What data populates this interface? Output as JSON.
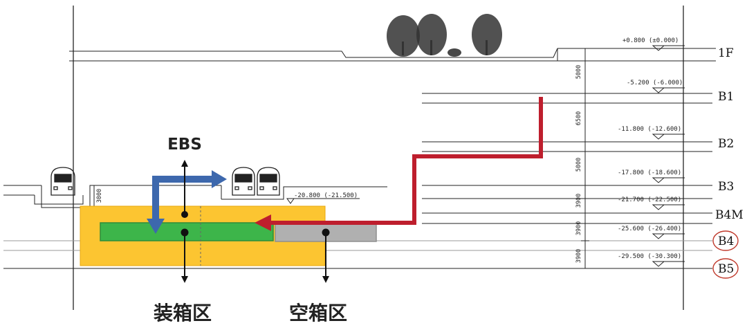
{
  "levels": [
    {
      "name": "1F",
      "elevation": "+0.800 (±0.000)",
      "circled": false
    },
    {
      "name": "B1",
      "elevation": "-5.200 (-6.000)",
      "circled": false
    },
    {
      "name": "B2",
      "elevation": "-11.800 (-12.600)",
      "circled": false
    },
    {
      "name": "B3",
      "elevation": "-17.800 (-18.600)",
      "circled": false
    },
    {
      "name": "B4M",
      "elevation": "-21.700 (-22.500)",
      "circled": false
    },
    {
      "name": "B4",
      "elevation": "-25.600 (-26.400)",
      "circled": true
    },
    {
      "name": "B5",
      "elevation": "-29.500 (-30.300)",
      "circled": true
    }
  ],
  "dimensions": [
    "5000",
    "6500",
    "5000",
    "3900",
    "3900",
    "3900"
  ],
  "platform_dimension": "3000",
  "platform_elevation": "-20.800 (-21.500)",
  "labels": {
    "ebs": "EBS",
    "loaded_zone": "装箱区",
    "empty_zone": "空箱区"
  },
  "colors": {
    "yellow_zone": "#FCC531",
    "green_zone": "#3DB54A",
    "gray_zone": "#B0B0B0",
    "blue_arrow": "#3D68AD",
    "red_arrow": "#BE1E2D",
    "circle_mark": "#C0392B"
  }
}
